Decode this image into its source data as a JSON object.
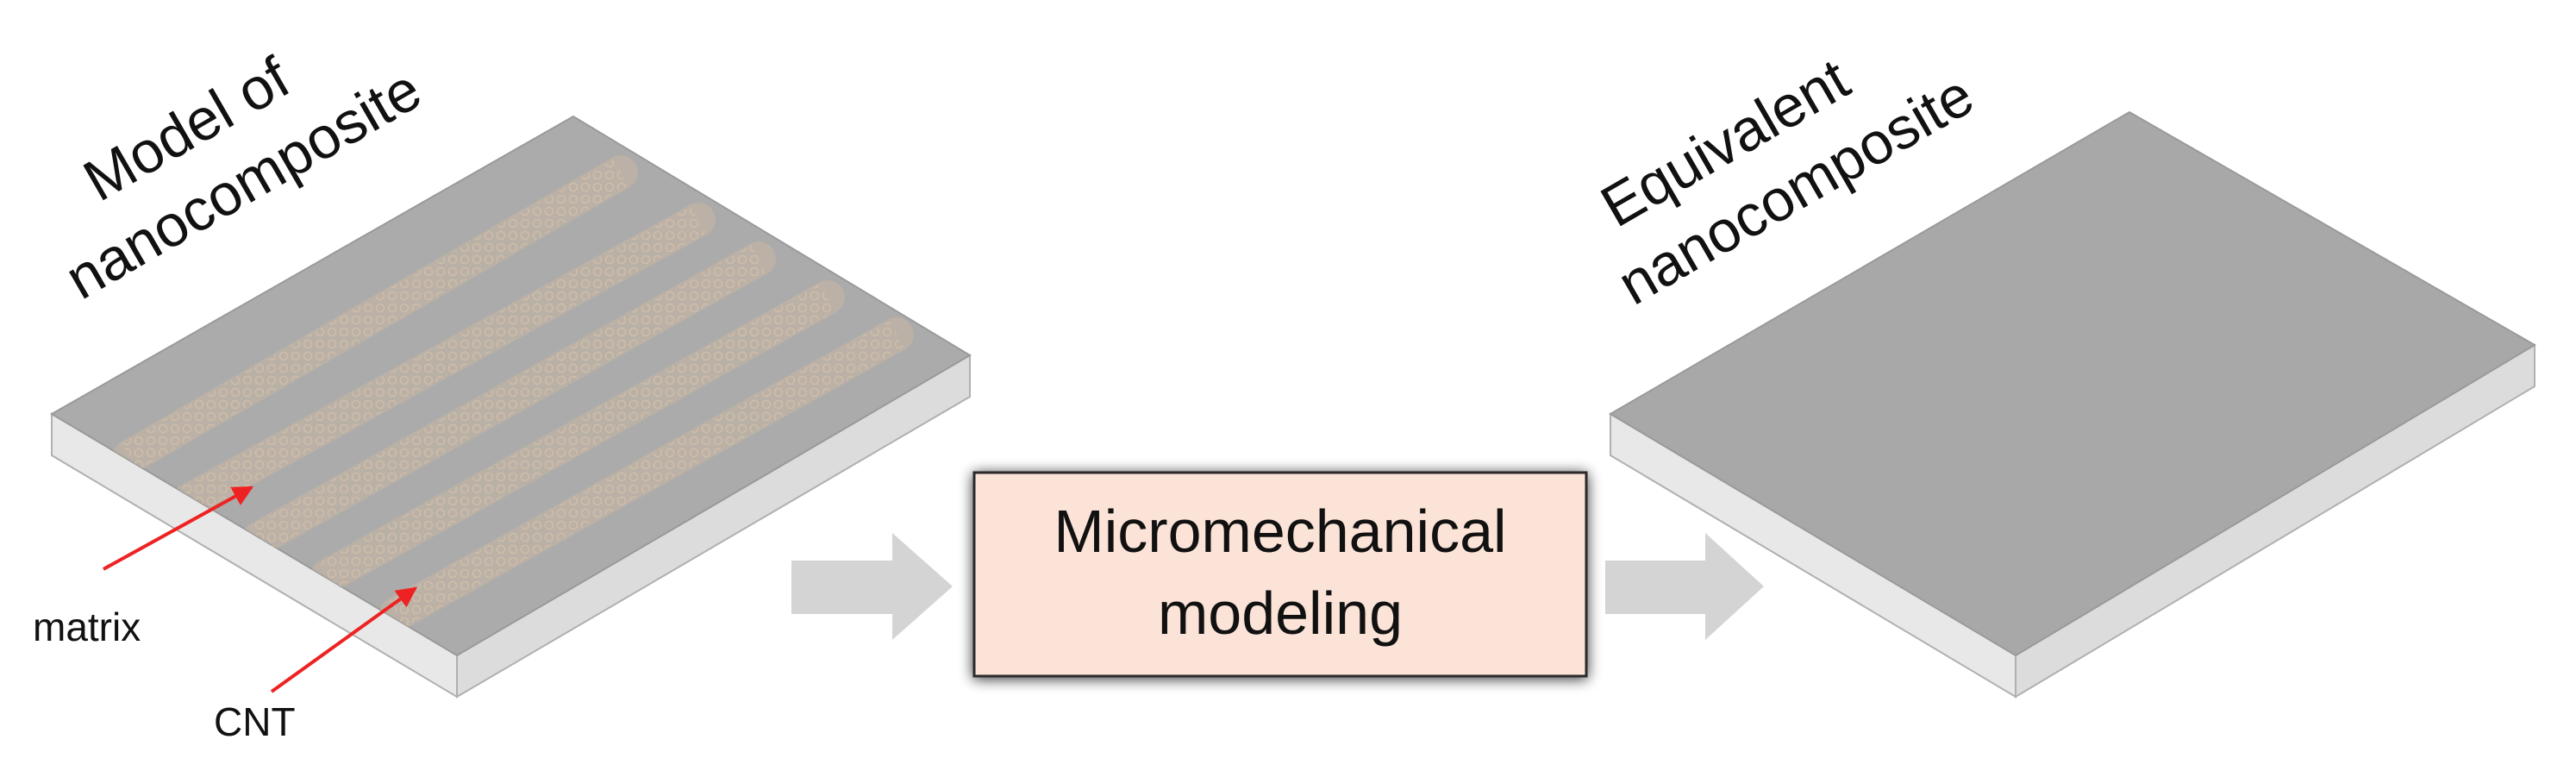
{
  "left_slab": {
    "title_line1": "Model of",
    "title_line2": "nanocomposite",
    "labels": {
      "matrix": "matrix",
      "cnt": "CNT"
    }
  },
  "process_box": {
    "line1": "Micromechanical",
    "line2": "modeling"
  },
  "right_slab": {
    "title_line1": "Equivalent",
    "title_line2": "nanocomposite"
  },
  "colors": {
    "slab_top_left": "#a9a9a9",
    "slab_top_right": "#a6a6a6",
    "slab_side": "#e6e6e6",
    "slab_front": "#dadada",
    "cnt_band": "#c4b4a4",
    "arrow_gray": "#d4d4d4",
    "pointer_red": "#ee2222",
    "box_fill": "#fbe3d7"
  }
}
